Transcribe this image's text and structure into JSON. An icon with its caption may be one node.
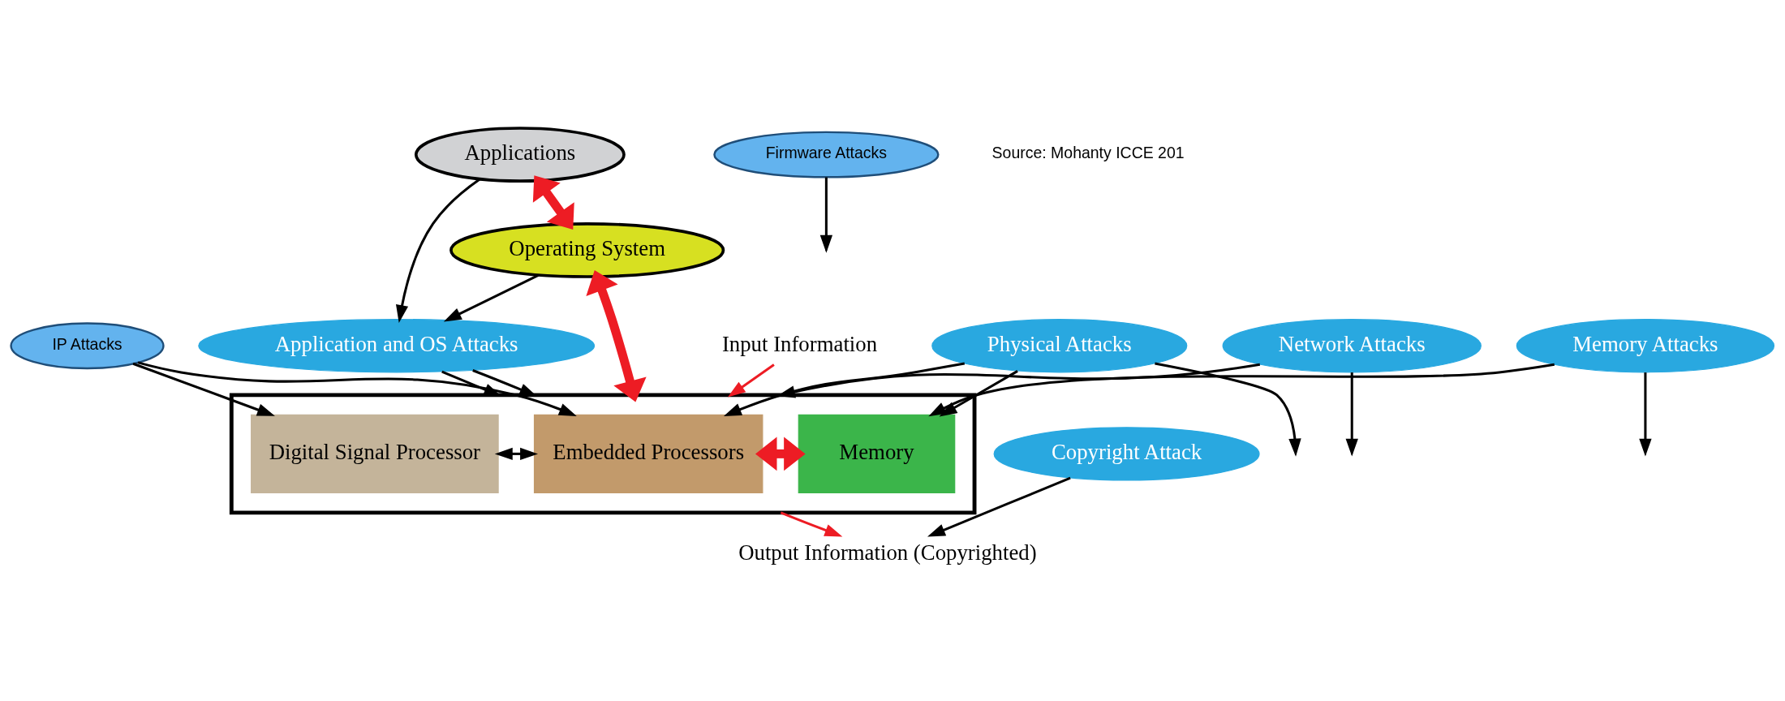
{
  "diagram": {
    "nodes": [
      {
        "text": [
          "Applications"
        ]
      },
      {
        "text": [
          "Application and OS Attacks"
        ]
      },
      {
        "text": [
          "Network Attacks"
        ]
      },
      {
        "text": [
          "Operating System"
        ]
      },
      {
        "text": [
          "Firmware Attacks"
        ]
      },
      {
        "text": [
          "Copyright Attack"
        ]
      },
      {
        "text": [],
        "shape": "box"
      },
      {
        "text": [
          "Digital Signal Processor"
        ],
        "in": 6
      },
      {
        "text": [
          "Embedded Processors"
        ],
        "in": 6
      },
      {
        "text": [
          "Memory"
        ],
        "in": 6
      },
      {
        "text": [
          "Input Information"
        ]
      },
      {
        "text": [
          "Output Information (Copyrighted)"
        ]
      },
      {
        "text": [
          "IP Attacks"
        ]
      },
      {
        "text": [
          "Physical Attacks"
        ]
      },
      {
        "text": [
          "Memory Attacks"
        ]
      }
    ],
    "edges": [
      {
        "from": 0,
        "to": 1,
        "arrow": "to"
      },
      {
        "from": 0,
        "to": 3,
        "arrow": "both",
        "style": "thick",
        "color": "#ed1c24"
      },
      {
        "from": 2,
        "to": null,
        "arrow": "to"
      },
      {
        "from": 3,
        "to": 1,
        "arrow": "to"
      },
      {
        "from": 3,
        "to": 6,
        "arrow": "both",
        "style": "thick",
        "color": "#ed1c24"
      },
      {
        "from": 2,
        "to": 6,
        "arrow": "to"
      },
      {
        "from": 1,
        "to": 6,
        "arrow": "to"
      },
      {
        "from": 1,
        "to": 6,
        "arrow": "to"
      },
      {
        "from": 4,
        "to": null,
        "arrow": "to"
      },
      {
        "from": 5,
        "to": 11,
        "arrow": "to"
      },
      {
        "from": 10,
        "to": 6,
        "arrow": "to",
        "color": "#ed1c24"
      },
      {
        "from": 6,
        "to": 11,
        "arrow": "to",
        "color": "#ed1c24"
      },
      {
        "from": 7,
        "to": 8,
        "arrow": "both"
      },
      {
        "from": 8,
        "to": 9,
        "arrow": "both",
        "style": "thick",
        "color": "#ed1c24"
      },
      {
        "from": 12,
        "to": 7,
        "arrow": "to"
      },
      {
        "from": 12,
        "to": 8,
        "arrow": "to"
      },
      {
        "from": 13,
        "to": 8,
        "arrow": "to"
      },
      {
        "from": 13,
        "to": null,
        "arrow": "to"
      },
      {
        "from": 13,
        "to": 9,
        "arrow": "to"
      },
      {
        "from": 14,
        "to": null,
        "arrow": "to"
      },
      {
        "from": 14,
        "to": 9,
        "arrow": "to"
      }
    ],
    "labels": [
      "Source: Mohanty ICCE 201"
    ]
  }
}
